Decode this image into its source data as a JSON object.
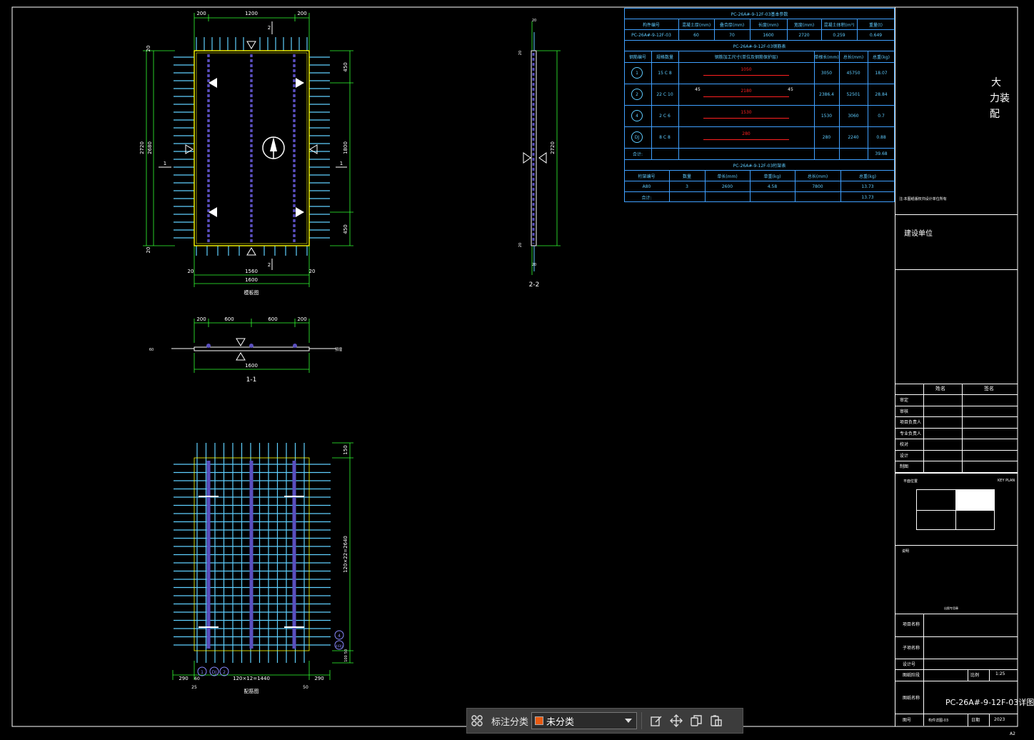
{
  "drawing": {
    "plan": {
      "dims_top": [
        "200",
        "1200",
        "200"
      ],
      "dims_bottom": [
        "20",
        "1560",
        "20"
      ],
      "overall_bottom": "1600",
      "caption": "模板图",
      "left_dims": [
        "20",
        "2720",
        "2680",
        "20"
      ],
      "right_dims": [
        "450",
        "1800",
        "450"
      ],
      "section_marks": [
        "2",
        "1",
        "1",
        "2"
      ]
    },
    "section11": {
      "dims_top": [
        "200",
        "600",
        "600",
        "200"
      ],
      "overall": "1600",
      "caption": "1-1",
      "side_labels": [
        "60",
        "预埋"
      ]
    },
    "section22": {
      "caption": "2-2",
      "dims": [
        "20",
        "20",
        "2720",
        "20",
        "20"
      ]
    },
    "rebar": {
      "caption": "配筋图",
      "bottom_dims": [
        "290",
        "120×12=1440",
        "290"
      ],
      "bottom_small": [
        "25",
        "50",
        "60"
      ],
      "right_dims": [
        "150",
        "120×22=2640",
        "50",
        "100"
      ],
      "callouts": [
        "1",
        "DJ",
        "2",
        "4",
        "4(DJ)"
      ]
    }
  },
  "table1": {
    "title": "PC-26A#-9-12F-03基本参数",
    "headers": [
      "构件编号",
      "混凝土厚(mm)",
      "叠合厚(mm)",
      "长度(mm)",
      "宽度(mm)",
      "混凝土体积(m³)",
      "重量(t)"
    ],
    "row": [
      "PC-26A#-9-12F-03",
      "60",
      "70",
      "1600",
      "2720",
      "0.259",
      "0.649"
    ]
  },
  "table2": {
    "title": "PC-26A#-9-12F-03钢筋表",
    "headers": [
      "钢筋编号",
      "规格数量",
      "钢筋加工尺寸(单位及钢筋保护层)",
      "单根长(mm)",
      "总长(mm)",
      "总重(kg)"
    ],
    "rows": [
      {
        "id": "1",
        "spec": "15 C 8",
        "shape": "1050",
        "len": "3050",
        "total": "45750",
        "weight": "18.07"
      },
      {
        "id": "2",
        "spec": "22 C 10",
        "shape": "2180",
        "len": "2386.4",
        "total": "52501",
        "weight": "28.84"
      },
      {
        "id": "4",
        "spec": "2 C 6",
        "shape": "1530",
        "len": "1530",
        "total": "3060",
        "weight": "0.7"
      },
      {
        "id": "DJ",
        "spec": "8 C 8",
        "shape": "280",
        "len": "280",
        "total": "2240",
        "weight": "0.88"
      }
    ],
    "shape_side": [
      "45",
      "45"
    ],
    "sum_label": "合计:",
    "sum_value": "39.68"
  },
  "table3": {
    "title": "PC-26A#-9-12F-03桁架表",
    "headers": [
      "桁架编号",
      "数量",
      "单长(mm)",
      "单重(kg)",
      "总长(mm)",
      "总重(kg)"
    ],
    "row": [
      "A80",
      "3",
      "2600",
      "4.58",
      "7800",
      "13.73"
    ],
    "sum_label": "合计:",
    "sum_value": "13.73"
  },
  "titleblock": {
    "logo_chars": [
      "大",
      "力装",
      "配"
    ],
    "note": "注:本图纸版权归设计单位所有",
    "design_unit": "建设单位",
    "sign_head": [
      "",
      "姓名",
      "签名"
    ],
    "sign_rows": [
      "审定",
      "审核",
      "项目负责人",
      "专业负责人",
      "校对",
      "设计",
      "制图"
    ],
    "keyplan_label": "平面位置",
    "keyplan_en": "KEY PLAN",
    "remark_label": "说明",
    "stamp_label": "出图专用章",
    "project_name_label": "项目名称",
    "sub_project_label": "子项名称",
    "drawing_no_label": "设计号",
    "phase_label": "图纸阶段",
    "scale_label": "比例",
    "scale_value": "1:25",
    "drawing_title_label": "图纸名称",
    "drawing_title": "PC-26A#-9-12F-03详图",
    "sheet_label": "图号",
    "sheet_value": "构件详图-03",
    "date_label": "日期",
    "date_value": "2023",
    "paper": "A2"
  },
  "toolbar": {
    "label": "标注分类",
    "select_value": "未分类",
    "swatch_color": "#e85a12",
    "icons": [
      "grid-icon",
      "edit-icon",
      "move-icon",
      "copy-icon",
      "paste-icon"
    ]
  },
  "colors": {
    "frame": "#ffffff",
    "dim": "#32ff32",
    "rebar": "#5fd0ff",
    "truss": "#5a4fbf",
    "outline": "#ffff00",
    "table": "#3fa0ff",
    "red": "#ff2020"
  }
}
